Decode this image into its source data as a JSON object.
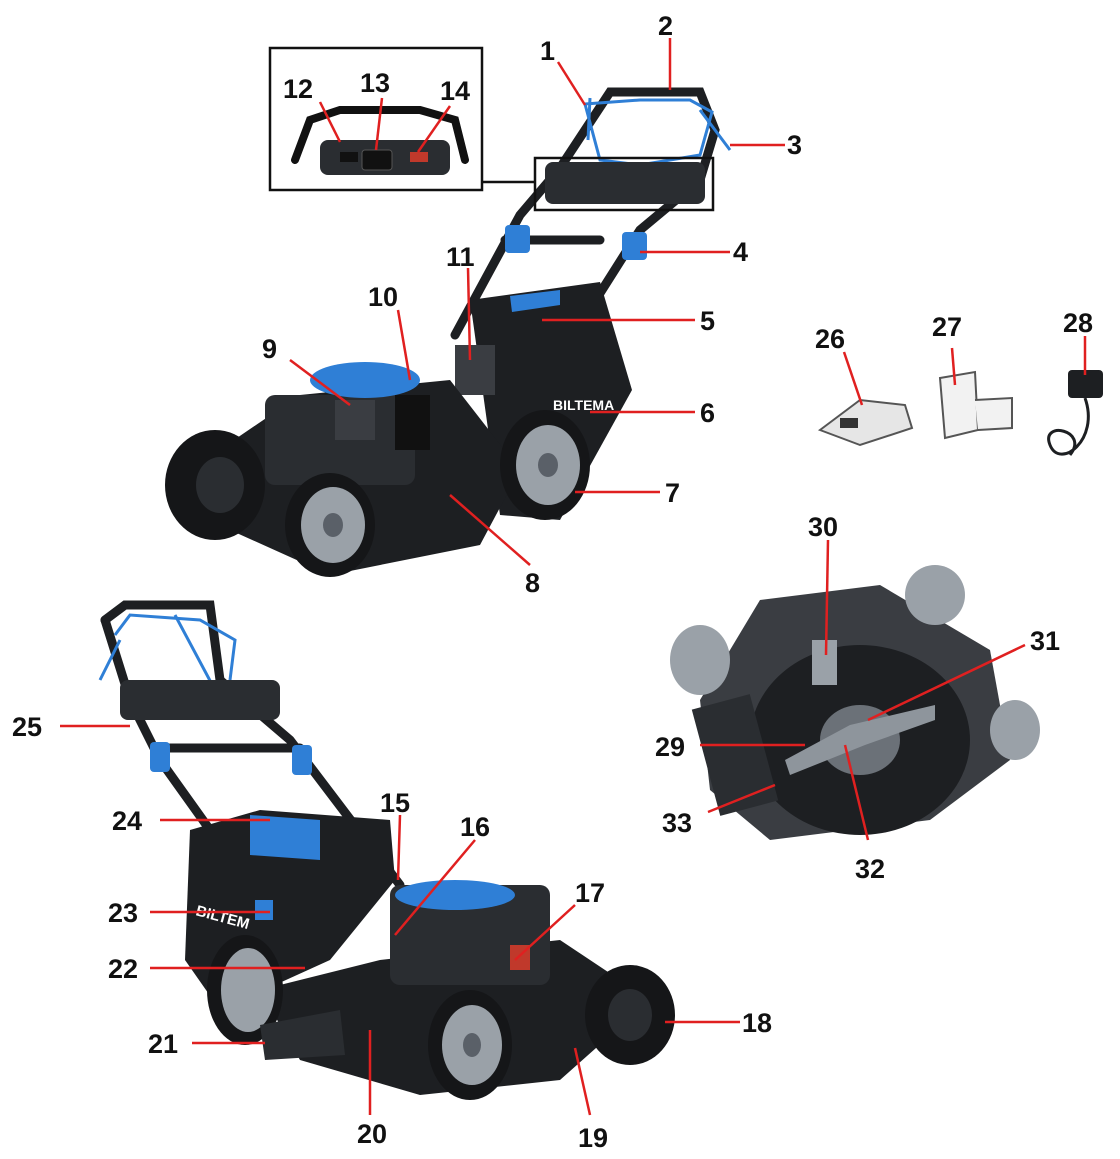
{
  "brand": {
    "logo_text": "BILTEMA",
    "logo_text_cropped": "BILTEM"
  },
  "colors": {
    "leader_line": "#e02020",
    "accent_blue": "#2f7fd6",
    "body_dark": "#1d1f22",
    "body_mid": "#3a3d42",
    "wheel_grey": "#9aa1a8",
    "text": "#111111"
  },
  "callouts": {
    "c1": "1",
    "c2": "2",
    "c3": "3",
    "c4": "4",
    "c5": "5",
    "c6": "6",
    "c7": "7",
    "c8": "8",
    "c9": "9",
    "c10": "10",
    "c11": "11",
    "c12": "12",
    "c13": "13",
    "c14": "14",
    "c15": "15",
    "c16": "16",
    "c17": "17",
    "c18": "18",
    "c19": "19",
    "c20": "20",
    "c21": "21",
    "c22": "22",
    "c23": "23",
    "c24": "24",
    "c25": "25",
    "c26": "26",
    "c27": "27",
    "c28": "28",
    "c29": "29",
    "c30": "30",
    "c31": "31",
    "c32": "32",
    "c33": "33"
  }
}
